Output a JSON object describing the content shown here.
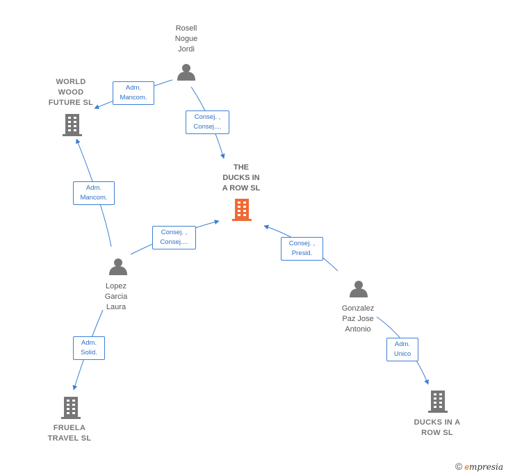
{
  "nodes": {
    "rosell": {
      "label": "Rosell\nNogue\nJordi"
    },
    "world_wood": {
      "label": "WORLD\nWOOD\nFUTURE  SL"
    },
    "the_ducks": {
      "label": "THE\nDUCKS IN\nA ROW  SL"
    },
    "lopez": {
      "label": "Lopez\nGarcia\nLaura"
    },
    "gonzalez": {
      "label": "Gonzalez\nPaz Jose\nAntonio"
    },
    "fruela": {
      "label": "FRUELA\nTRAVEL  SL"
    },
    "ducks_row": {
      "label": "DUCKS IN A\nROW SL"
    }
  },
  "edges": {
    "rosell_world": {
      "line1": "Adm.",
      "line2": "Mancom."
    },
    "rosell_ducks": {
      "line1": "Consej. ,",
      "line2": "Consej...."
    },
    "lopez_world": {
      "line1": "Adm.",
      "line2": "Mancom."
    },
    "lopez_ducks": {
      "line1": "Consej. ,",
      "line2": "Consej...."
    },
    "gonzalez_ducks": {
      "line1": "Consej. ,",
      "line2": "Presid."
    },
    "lopez_fruela": {
      "line1": "Adm.",
      "line2": "Solid."
    },
    "gonzalez_ducksrow": {
      "line1": "Adm.",
      "line2": "Unico"
    }
  },
  "colors": {
    "edge": "#3b7fd4",
    "person": "#777777",
    "company": "#777777",
    "main_company": "#f06a35"
  },
  "footer": {
    "copyright": "©",
    "brand_first": "e",
    "brand_rest": "mpresia"
  }
}
